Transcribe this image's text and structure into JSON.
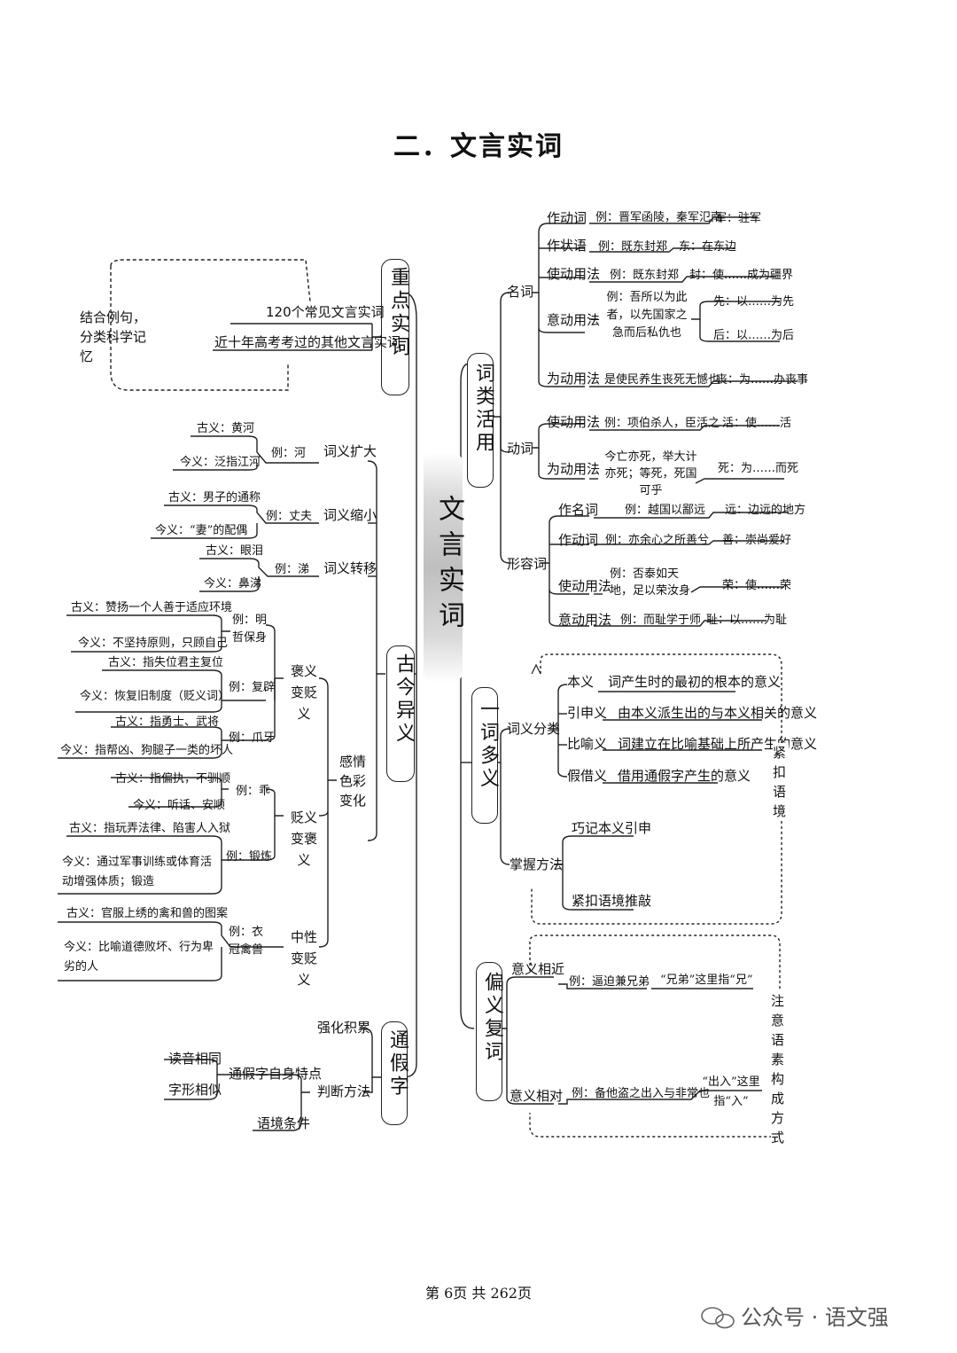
{
  "title": "二．文言实词",
  "center": "文言实词",
  "left": {
    "zhongdian": {
      "label": "重点实词",
      "items": [
        "120个常见文言实词",
        "近十年高考考过的其他文言实词"
      ],
      "method": "结合例句，分类科学记忆"
    },
    "gujin": {
      "label": "古今异义",
      "kuoda": {
        "label": "词义扩大",
        "example": "例：河",
        "gu": "古义：黄河",
        "jin": "今义：泛指江河"
      },
      "suoxiao": {
        "label": "词义缩小",
        "example": "例：丈夫",
        "gu": "古义：男子的通称",
        "jin": "今义：“妻”的配偶"
      },
      "zhuanyi": {
        "label": "词义转移",
        "example": "例：涕",
        "gu": "古义：眼泪",
        "jin": "今义：鼻涕"
      },
      "ganqing": {
        "label": "感情色彩变化",
        "baoyibian": {
          "label": "褒义变贬义",
          "ex1": {
            "example": "例：明哲保身",
            "gu": "古义：赞扬一个人善于适应环境",
            "jin": "今义：不坚持原则，只顾自己"
          },
          "ex2": {
            "example": "例：复辟",
            "gu": "古义：指失位君主复位",
            "jin": "今义：恢复旧制度（贬义词）"
          },
          "ex3": {
            "example": "例：爪牙",
            "gu": "古义：指勇士、武将",
            "jin": "今义：指帮凶、狗腿子一类的坏人"
          }
        },
        "bianyibian": {
          "label": "贬义变褒义",
          "ex1": {
            "example": "例：乖",
            "gu": "古义：指偏执，不驯顺",
            "jin": "今义：听话、安顺"
          },
          "ex2": {
            "example": "例：锻炼",
            "gu": "古义：指玩弄法律、陷害人入狱",
            "jin": "今义：通过军事训练或体育活动增强体质；锻造"
          }
        },
        "zhongxing": {
          "label": "中性变贬义",
          "example": "例：衣冠禽兽",
          "gu": "古义：官服上绣的禽和兽的图案",
          "jin": "今义：比喻道德败坏、行为卑劣的人"
        }
      }
    },
    "tongjia": {
      "label": "通假字",
      "qianghua": "强化积累",
      "panduan": "判断方法",
      "tedian": "通假字自身特点",
      "duyin": "读音相同",
      "zixing": "字形相似",
      "yujing": "语境条件"
    }
  },
  "right": {
    "cilei": {
      "label": "词类活用",
      "mingci": {
        "label": "名词",
        "zuodongci": {
          "label": "作动词",
          "example": "例：晋军函陵，秦军氾南",
          "meaning": "军：驻军"
        },
        "zuozhuangyu": {
          "label": "作状语",
          "example": "例：既东封郑",
          "meaning": "东：在东边"
        },
        "shidong": {
          "label": "使动用法",
          "example": "例：既东封郑",
          "meaning": "封：使……成为疆界"
        },
        "yidong": {
          "label": "意动用法",
          "example": "例：吾所以为此者，以先国家之急而后私仇也",
          "m1": "先：以……为先",
          "m2": "后：以……为后"
        },
        "weidong": {
          "label": "为动用法",
          "example": "是使民养生丧死无憾也",
          "meaning": "丧：为……办丧事"
        }
      },
      "dongci": {
        "label": "动词",
        "shidong": {
          "label": "使动用法",
          "example": "例：项伯杀人，臣活之",
          "meaning": "活：使……活"
        },
        "weidong": {
          "label": "为动用法",
          "example": "今亡亦死，举大计亦死；等死，死国可乎",
          "meaning": "死：为……而死"
        }
      },
      "xingrongci": {
        "label": "形容词",
        "zuomingci": {
          "label": "作名词",
          "example": "例：越国以鄙远",
          "meaning": "远：边远的地方"
        },
        "zuodongci": {
          "label": "作动词",
          "example": "例：亦余心之所善兮",
          "meaning": "善：崇尚爱好"
        },
        "shidong": {
          "label": "使动用法",
          "example": "例：否泰如天地，足以荣汝身",
          "meaning": "荣：使……荣"
        },
        "yidong": {
          "label": "意动用法",
          "example": "例：而耻学于师",
          "meaning": "耻：以……为耻"
        }
      }
    },
    "yiciduoyi": {
      "label": "一词多义",
      "fenlei": {
        "label": "词义分类",
        "items": [
          {
            "name": "本义",
            "desc": "词产生时的最初的根本的意义"
          },
          {
            "name": "引申义",
            "desc": "由本义派生出的与本义相关的意义"
          },
          {
            "name": "比喻义",
            "desc": "词建立在比喻基础上所产生的意义"
          },
          {
            "name": "假借义",
            "desc": "借用通假字产生的意义"
          }
        ]
      },
      "fangfa": {
        "label": "掌握方法",
        "items": [
          "巧记本义引申",
          "紧扣语境推敲"
        ]
      },
      "side": "紧扣语境"
    },
    "pianyi": {
      "label": "偏义复词",
      "xiangjin": {
        "label": "意义相近",
        "example": "例：逼迫兼兄弟",
        "meaning": "“兄弟”这里指“兄”"
      },
      "xiangdui": {
        "label": "意义相对",
        "example": "例：备他盗之出入与非常也",
        "meaning": "“出入”这里指“入”"
      },
      "side": "注意语素构成方式"
    }
  },
  "footer": "第 6页    共 262页",
  "watermark": "公众号 · 语文强"
}
